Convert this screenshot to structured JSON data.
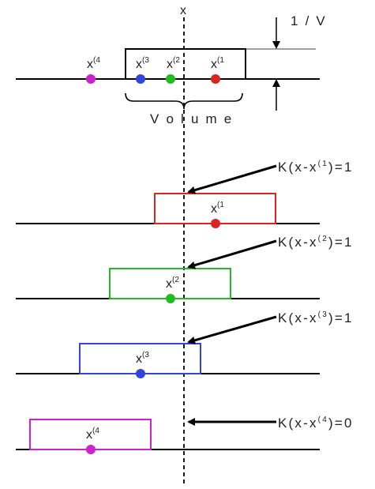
{
  "top": {
    "axis_label": "x",
    "height_label": "1 / V",
    "volume_label": "V o l u m e",
    "points": [
      {
        "base": "x",
        "sup": "(4",
        "color": "#cc22cc"
      },
      {
        "base": "x",
        "sup": "(3",
        "color": "#3344dd"
      },
      {
        "base": "x",
        "sup": "(2",
        "color": "#22bb22"
      },
      {
        "base": "x",
        "sup": "(1",
        "color": "#dd2222"
      }
    ]
  },
  "panels": [
    {
      "point": "x",
      "sup": "(1",
      "color": "#dd2222",
      "k_label": "K(x-x(1)=1",
      "k_pre": "K(x-x",
      "k_sup": "(1",
      "k_post": ")=1"
    },
    {
      "point": "x",
      "sup": "(2",
      "color": "#22bb22",
      "k_label": "K(x-x(2)=1",
      "k_pre": "K(x-x",
      "k_sup": "(2",
      "k_post": ")=1"
    },
    {
      "point": "x",
      "sup": "(3",
      "color": "#3344dd",
      "k_label": "K(x-x(3)=1",
      "k_pre": "K(x-x",
      "k_sup": "(3",
      "k_post": ")=1"
    },
    {
      "point": "x",
      "sup": "(4",
      "color": "#cc22cc",
      "k_label": "K(x-x(4)=0",
      "k_pre": "K(x-x",
      "k_sup": "(4",
      "k_post": ")=0"
    }
  ]
}
